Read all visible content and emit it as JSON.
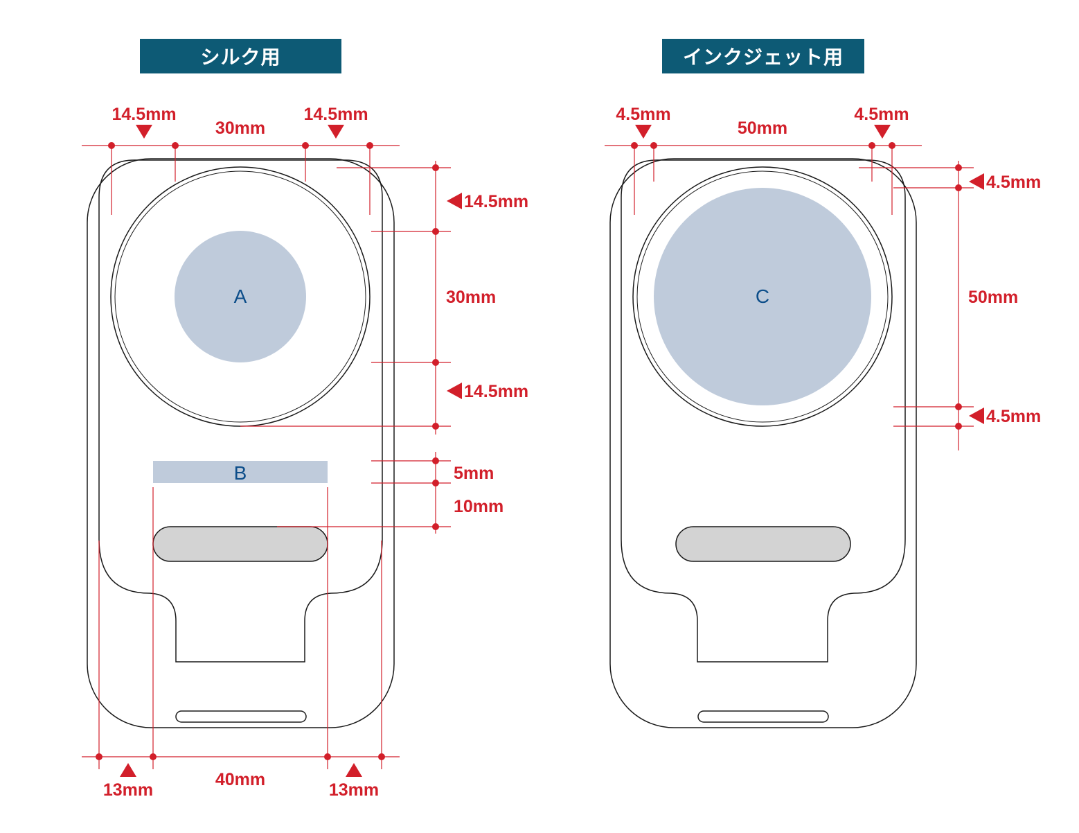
{
  "headers": {
    "silk": "シルク用",
    "inkjet": "インクジェット用"
  },
  "zones": {
    "a": "A",
    "b": "B",
    "c": "C"
  },
  "silk_dims": {
    "top_left_margin": "14.5mm",
    "top_width": "30mm",
    "top_right_margin": "14.5mm",
    "right_top_margin": "14.5mm",
    "right_circle": "30mm",
    "right_bottom_margin": "14.5mm",
    "right_b_height": "5mm",
    "right_gap": "10mm",
    "bottom_left_margin": "13mm",
    "bottom_width": "40mm",
    "bottom_right_margin": "13mm"
  },
  "inkjet_dims": {
    "top_left_margin": "4.5mm",
    "top_width": "50mm",
    "top_right_margin": "4.5mm",
    "right_top_margin": "4.5mm",
    "right_circle": "50mm",
    "right_bottom_margin": "4.5mm"
  },
  "colors": {
    "header_bg": "#0d5a75",
    "dimension": "#d21f2a",
    "print_area": "#bfcbdb",
    "slot": "#d3d3d3",
    "zone_label": "#0d4e8a"
  }
}
